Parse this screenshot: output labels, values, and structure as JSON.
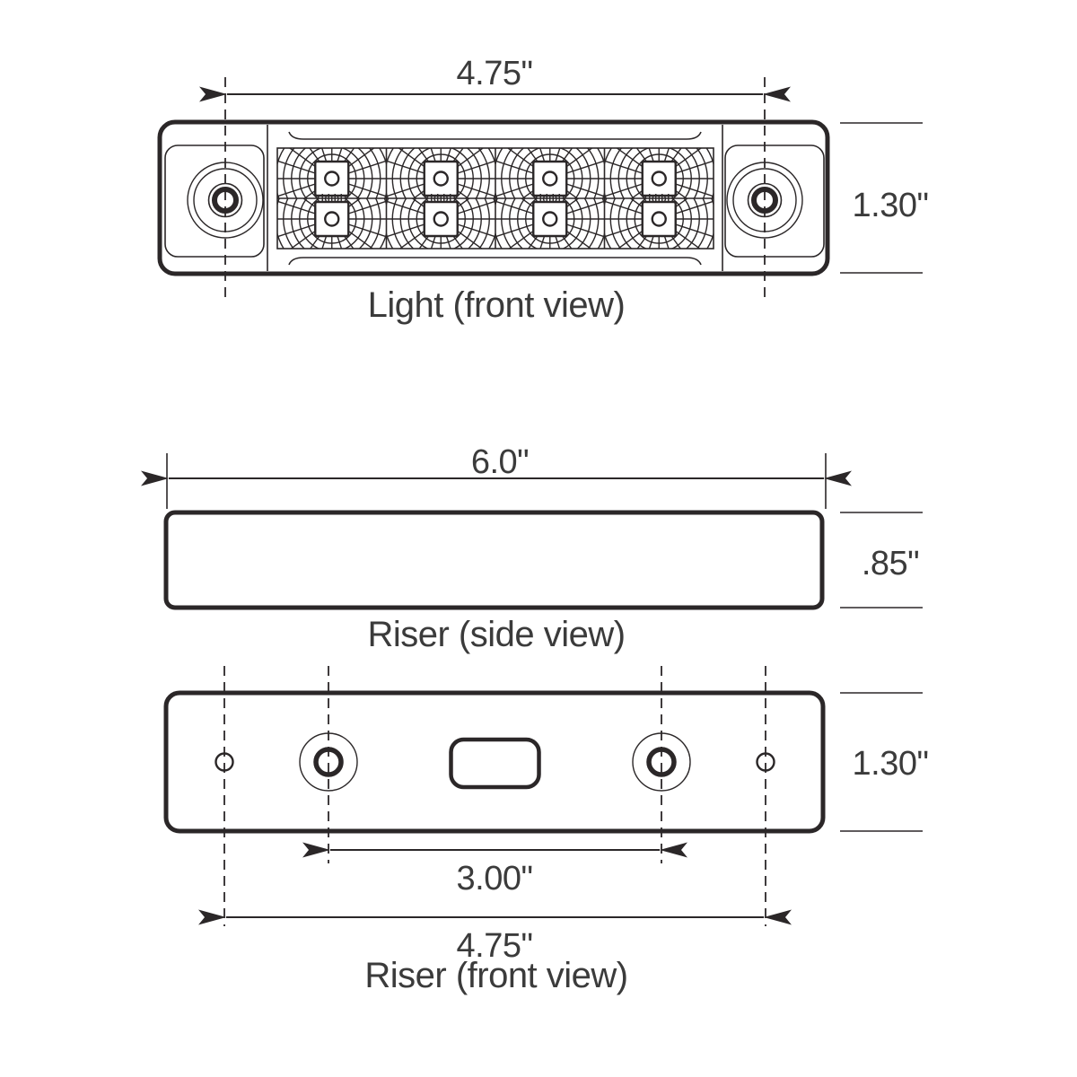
{
  "diagram": {
    "light_front": {
      "width_label": "4.75\"",
      "height_label": "1.30\"",
      "caption": "Light (front view)"
    },
    "riser_side": {
      "width_label": "6.0\"",
      "height_label": ".85\"",
      "caption": "Riser (side view)"
    },
    "riser_front": {
      "inner_width_label": "3.00\"",
      "outer_width_label": "4.75\"",
      "height_label": "1.30\"",
      "caption": "Riser (front view)"
    },
    "led_grid": {
      "rows": 2,
      "cols": 4
    },
    "colors": {
      "line": "#2b2728",
      "text": "#3b3b3b",
      "background": "#ffffff"
    }
  }
}
